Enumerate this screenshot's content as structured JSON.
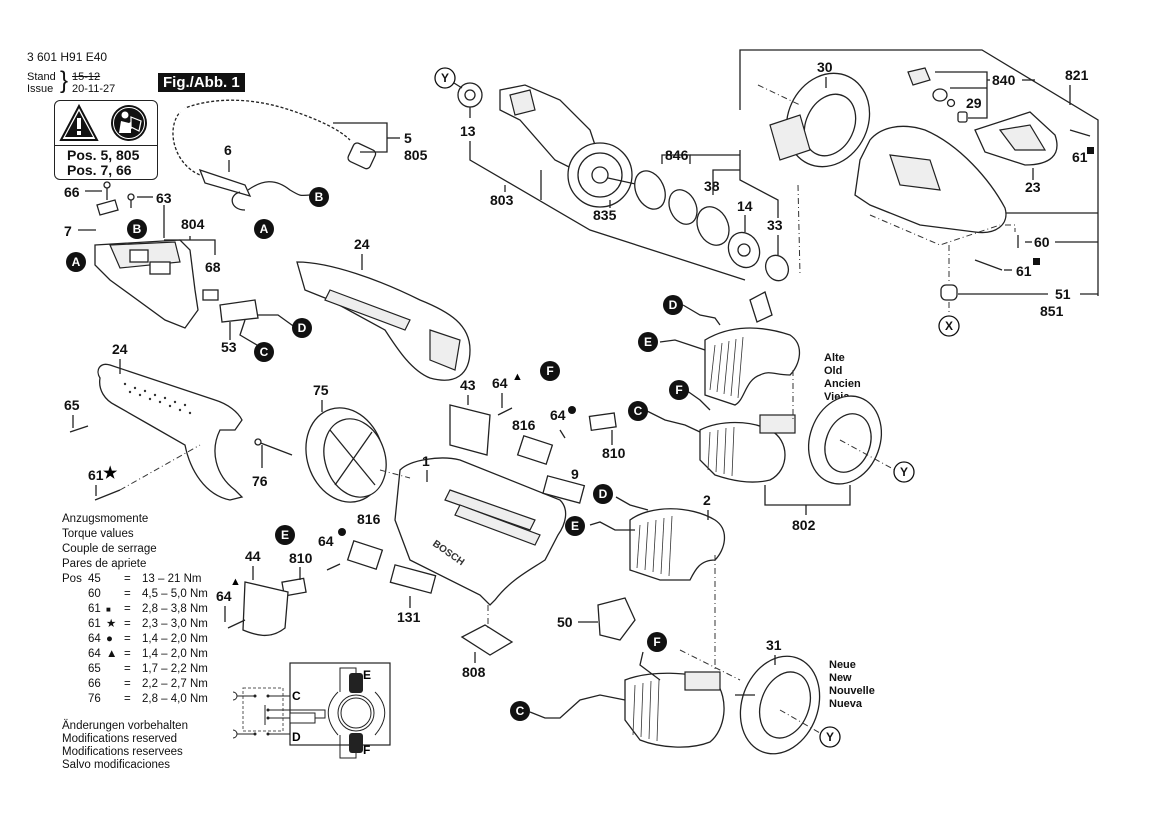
{
  "header": {
    "part_number": "3 601 H91 E40",
    "stand_label": "Stand",
    "issue_label": "Issue",
    "stand_value_struck": "15-12",
    "issue_value": "20-11-27",
    "figure_label": "Fig./Abb. 1"
  },
  "warning_box": {
    "icons": [
      "warning-triangle-icon",
      "read-manual-icon"
    ],
    "line1": "Pos. 5, 805",
    "line2": "Pos. 7, 66"
  },
  "torque": {
    "titles": [
      "Anzugsmomente",
      "Torque values",
      "Couple de serrage",
      "Pares de apriete"
    ],
    "pos_label": "Pos",
    "rows": [
      {
        "pos": "45",
        "mark": "",
        "range": "13  – 21 Nm"
      },
      {
        "pos": "60",
        "mark": "",
        "range": "4,5 – 5,0 Nm"
      },
      {
        "pos": "61",
        "mark": "■",
        "range": "2,8 – 3,8 Nm"
      },
      {
        "pos": "61",
        "mark": "★",
        "range": "2,3 – 3,0 Nm"
      },
      {
        "pos": "64",
        "mark": "●",
        "range": "1,4 – 2,0 Nm"
      },
      {
        "pos": "64",
        "mark": "▲",
        "range": "1,4 – 2,0 Nm"
      },
      {
        "pos": "65",
        "mark": "",
        "range": "1,7 – 2,2 Nm"
      },
      {
        "pos": "66",
        "mark": "",
        "range": "2,2 – 2,7 Nm"
      },
      {
        "pos": "76",
        "mark": "",
        "range": "2,8 – 4,0 Nm"
      }
    ]
  },
  "modifications": [
    "Änderungen vorbehalten",
    "Modifications reserved",
    "Modifications reservees",
    "Salvo modificaciones"
  ],
  "old_stator_labels": [
    "Alte",
    "Old",
    "Ancien",
    "Vieja"
  ],
  "new_stator_labels": [
    "Neue",
    "New",
    "Nouvelle",
    "Nueva"
  ],
  "wiring_diagram": {
    "terminals": [
      "C",
      "D",
      "E",
      "F"
    ]
  },
  "part_labels": {
    "p1": "1",
    "p2": "2",
    "p5": "5",
    "p6": "6",
    "p7": "7",
    "p9": "9",
    "p13": "13",
    "p14": "14",
    "p23": "23",
    "p24a": "24",
    "p24b": "24",
    "p29": "29",
    "p30": "30",
    "p31": "31",
    "p33": "33",
    "p38": "38",
    "p43": "43",
    "p44": "44",
    "p50": "50",
    "p51": "51",
    "p53": "53",
    "p60": "60",
    "p61a": "61",
    "p61b": "61",
    "p61c": "61",
    "p63": "63",
    "p64a": "64",
    "p64b": "64",
    "p64c": "64",
    "p64d": "64",
    "p65": "65",
    "p66": "66",
    "p68": "68",
    "p75": "75",
    "p76": "76",
    "p131": "131",
    "p802": "802",
    "p803": "803",
    "p804": "804",
    "p805": "805",
    "p808": "808",
    "p810a": "810",
    "p810b": "810",
    "p816a": "816",
    "p816b": "816",
    "p821": "821",
    "p835": "835",
    "p840": "840",
    "p846": "846",
    "p851": "851"
  },
  "markers": {
    "square": "■",
    "star": "★",
    "dot": "●",
    "triangle": "▲"
  },
  "callouts": {
    "A": "A",
    "B": "B",
    "C": "C",
    "D": "D",
    "E": "E",
    "F": "F",
    "X": "X",
    "Y": "Y"
  }
}
